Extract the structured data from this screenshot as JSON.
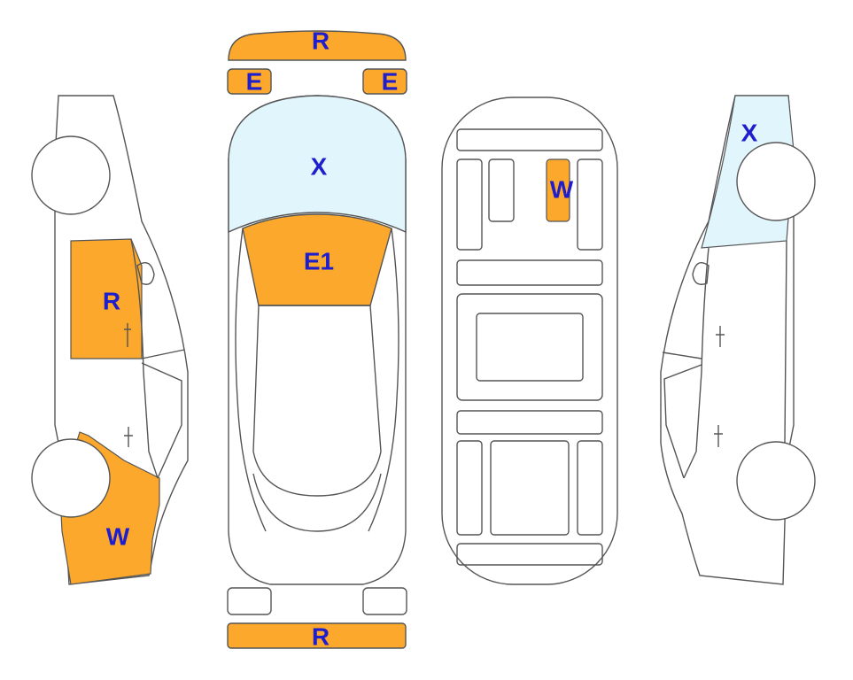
{
  "colors": {
    "damage_fill": "#FBA82C",
    "glass_fill": "#E0F5FC",
    "outline": "#555555",
    "label_color": "#1E1ECC"
  },
  "legend_codes": {
    "rear_bumper_top": "R",
    "light_left": "E",
    "light_right": "E",
    "rear_glass": "X",
    "trunk": "E1",
    "roof": "W",
    "left_rear_door": "R",
    "left_rear_fender": "W",
    "right_rear_glass": "X",
    "front_bumper_bottom": "R"
  }
}
